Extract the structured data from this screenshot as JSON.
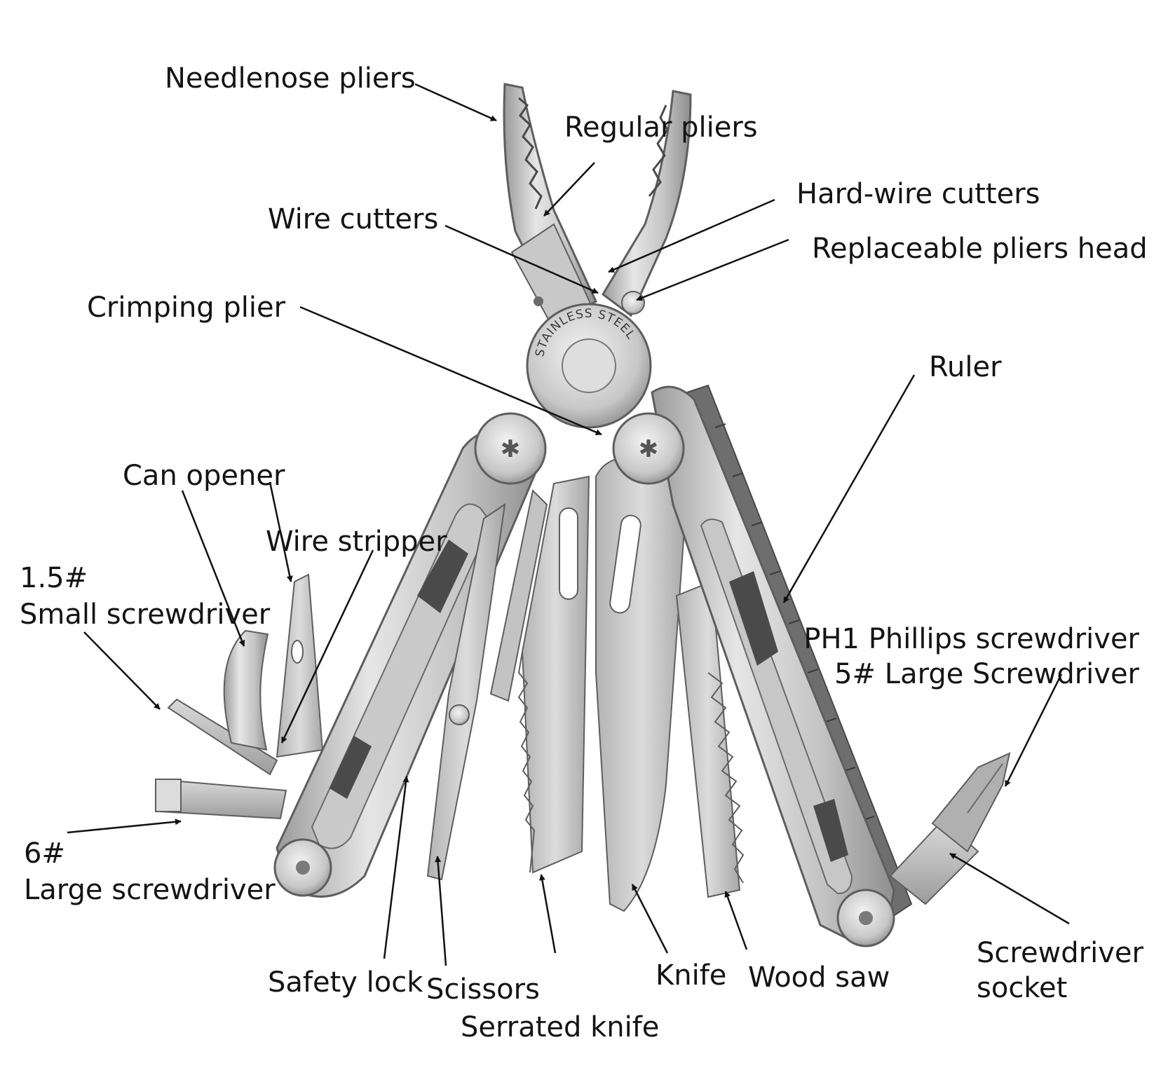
{
  "diagram": {
    "subject": "Stainless steel multitool",
    "engraving": "STAINLESS STEEL",
    "colors": {
      "steel_light": "#e2e2e2",
      "steel_mid": "#bdbdbd",
      "steel_dark": "#8a8a8a",
      "outline": "#5e5e5e",
      "arrow": "#111111",
      "text": "#141414",
      "background": "#ffffff"
    },
    "labels": {
      "needlenose_pliers": "Needlenose pliers",
      "regular_pliers": "Regular pliers",
      "hard_wire_cutters": "Hard-wire cutters",
      "wire_cutters": "Wire cutters",
      "replaceable_pliers_head": "Replaceable pliers head",
      "crimping_plier": "Crimping plier",
      "ruler": "Ruler",
      "can_opener": "Can opener",
      "wire_stripper": "Wire stripper",
      "small_screwdriver_size": "1.5#",
      "small_screwdriver": "Small screwdriver",
      "phillips_screwdriver": "PH1 Phillips screwdriver",
      "large_screwdriver_5": "5# Large Screwdriver",
      "large_screwdriver_6_size": "6#",
      "large_screwdriver_6": "Large screwdriver",
      "safety_lock": "Safety lock",
      "scissors": "Scissors",
      "serrated_knife": "Serrated knife",
      "knife": "Knife",
      "wood_saw": "Wood saw",
      "screwdriver_socket_1": "Screwdriver",
      "screwdriver_socket_2": "socket"
    }
  }
}
